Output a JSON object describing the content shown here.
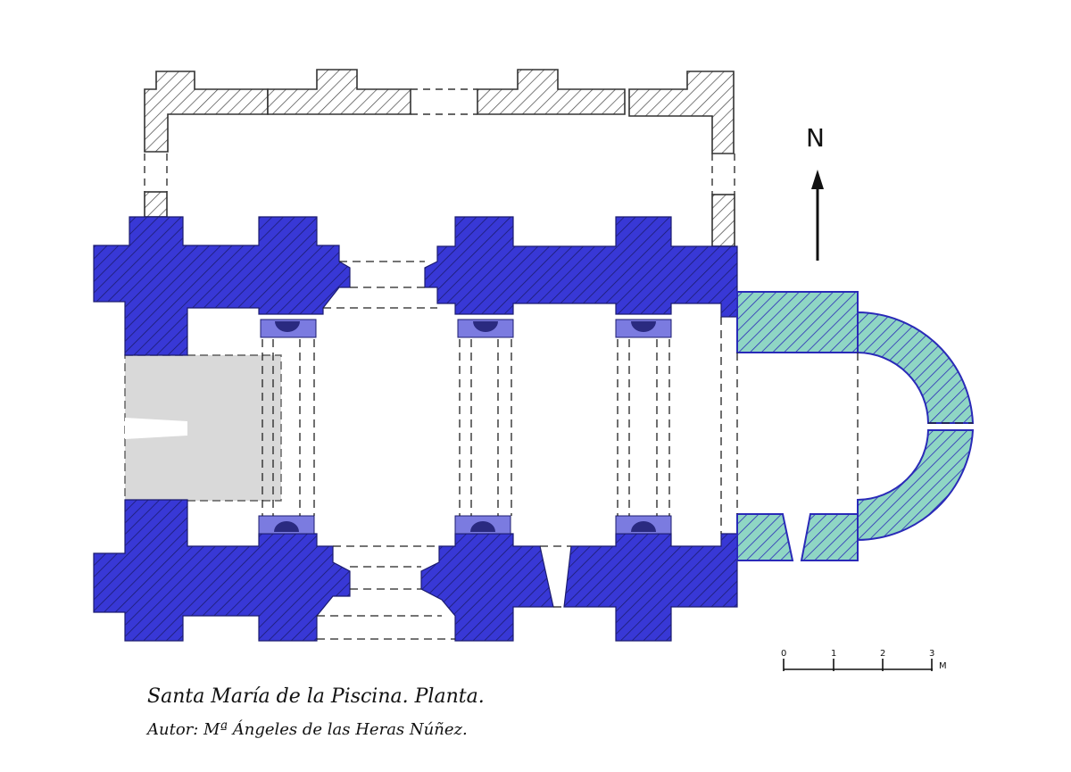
{
  "title": "Santa María de la Piscina. Planta.",
  "author": "Autor: Mª Ángeles de las Heras Núñez.",
  "north_label": "N",
  "scale": {
    "ticks": [
      "0",
      "1",
      "2",
      "3"
    ],
    "unit": "M"
  },
  "colors": {
    "nave_walls": "#3838d6",
    "apse_walls": "#8fd6c4",
    "apse_outline": "#2a2ab8",
    "portico_hatch": "#444444",
    "gray_area": "#d8d8d8",
    "hatch_line": "#1a1a5a"
  }
}
